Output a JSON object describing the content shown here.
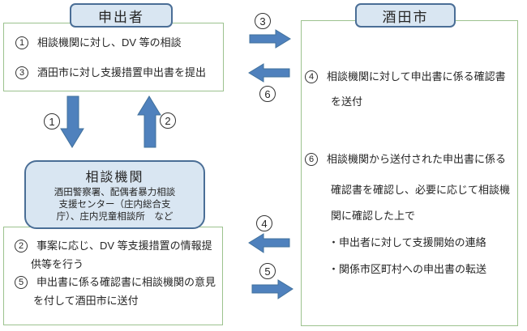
{
  "palette": {
    "green_border": "#9cc28e",
    "pill_fill": "#d9e6f2",
    "pill_border": "#4a6e96",
    "arrow_fill": "#4f81bd",
    "arrow_stroke": "#41719c"
  },
  "applicant": {
    "title": "申出者",
    "items": [
      {
        "num": "1",
        "lines": [
          "相談機関に対し、DV 等の相談"
        ]
      },
      {
        "num": "3",
        "lines": [
          "酒田市に対し支援措置申出書を提出"
        ]
      }
    ]
  },
  "city": {
    "title": "酒田市",
    "items": [
      {
        "num": "4",
        "lines": [
          "相談機関に対して申出書に係る確認書",
          "を送付"
        ]
      },
      {
        "num": "6",
        "lines": [
          "相談機関から送付された申出書に係る",
          "確認書を確認し、必要に応じて相談機",
          "関に確認した上で"
        ],
        "bullets": [
          "・申出者に対して支援開始の連絡",
          "・関係市区町村への申出書の転送"
        ]
      }
    ]
  },
  "agency": {
    "title": "相談機関",
    "subtitle_lines": [
      "酒田警察署、配偶者暴力相談",
      "支援センター（庄内総合支",
      "庁）、庄内児童相談所　など"
    ],
    "items": [
      {
        "num": "2",
        "lines": [
          "事案に応じ、DV 等支援措置の情報提",
          "供等を行う"
        ]
      },
      {
        "num": "5",
        "lines": [
          "申出書に係る確認書に相談機関の意見",
          "を付して酒田市に送付"
        ]
      }
    ]
  },
  "flows": {
    "applicant_to_agency": "1",
    "agency_to_applicant": "2",
    "applicant_to_city": "3",
    "city_to_agency": "4",
    "agency_to_city": "5",
    "city_to_applicant": "6"
  }
}
